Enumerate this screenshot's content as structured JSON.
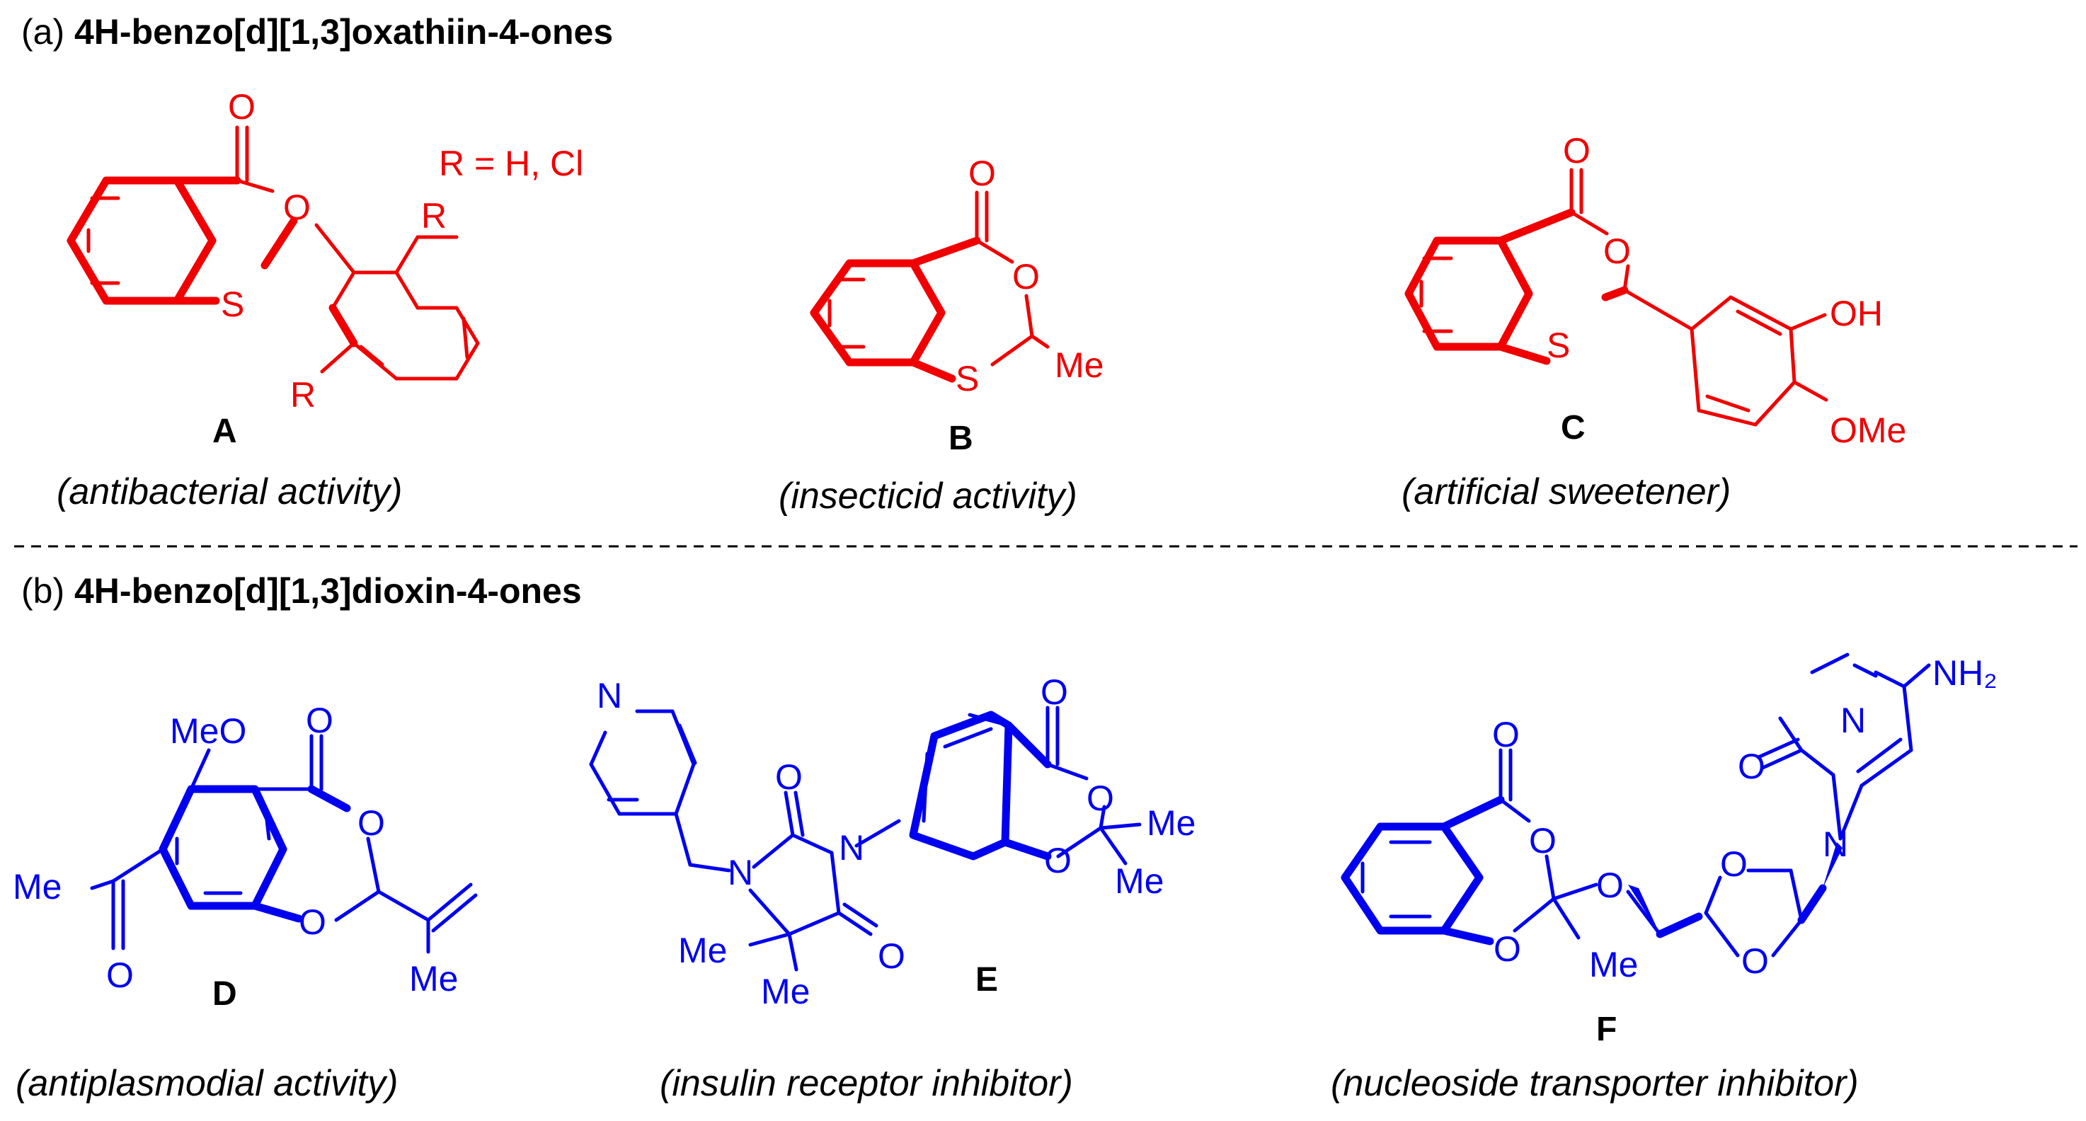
{
  "section_a": {
    "prefix": "(a) ",
    "title": "4H-benzo[d][1,3]oxathiin-4-ones"
  },
  "section_b": {
    "prefix": "(b) ",
    "title": "4H-benzo[d][1,3]dioxin-4-ones"
  },
  "colors": {
    "section_a": "#f00000",
    "section_b": "#0000f0",
    "text": "#000000"
  },
  "compounds": [
    {
      "id": "A",
      "activity": "(antibacterial activity)",
      "note": "R = H, Cl"
    },
    {
      "id": "B",
      "activity": "(insecticid activity)"
    },
    {
      "id": "C",
      "activity": "(artificial sweetener)"
    },
    {
      "id": "D",
      "activity": "(antiplasmodial activity)"
    },
    {
      "id": "E",
      "activity": "(insulin receptor inhibitor)"
    },
    {
      "id": "F",
      "activity": "(nucleoside transporter inhibitor)"
    }
  ],
  "atoms": {
    "O": "O",
    "S": "S",
    "N": "N",
    "R": "R",
    "Me": "Me",
    "OH": "OH",
    "OMe": "OMe",
    "MeO": "MeO",
    "NH2": "NH₂"
  }
}
